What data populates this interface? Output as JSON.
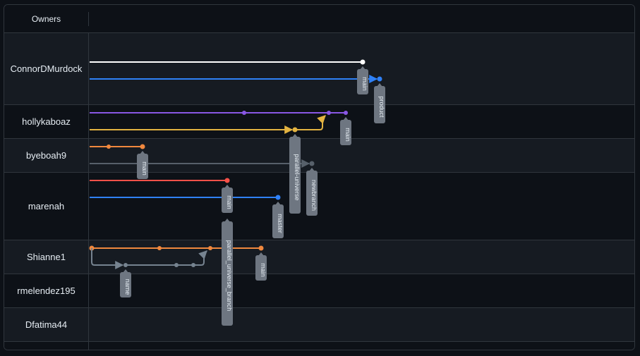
{
  "header": {
    "owners_label": "Owners"
  },
  "owners": [
    "ConnorDMurdock",
    "hollykaboaz",
    "byeboah9",
    "marenah",
    "Shianne1",
    "rmelendez195",
    "Dfatima44"
  ],
  "branch_labels": [
    "main",
    "product",
    "main",
    "parallel-universe",
    "newbranch",
    "main",
    "main",
    "master",
    "parallel_universe_branch",
    "main",
    "name"
  ],
  "colors": {
    "white": "#ffffff",
    "blue": "#2f81f7",
    "purple": "#8957e5",
    "yellow": "#e3b341",
    "orange": "#f0883e",
    "slate": "#57606a",
    "red": "#f85149",
    "gray_green": "#768390",
    "tag_bg": "#6e7681"
  }
}
